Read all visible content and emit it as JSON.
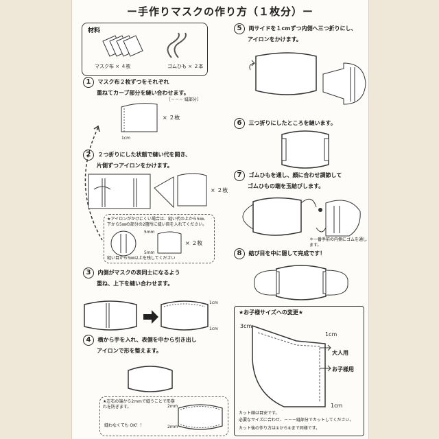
{
  "title": "ー手作りマスクの作り方（１枚分）ー",
  "materials": {
    "heading": "材料",
    "fabric_label": "マスク布 × ４枚",
    "elastic_label": "ゴムひも × ２本"
  },
  "steps": [
    {
      "num": "1",
      "text": "マスク布２枚ずつをそれぞれ重ねてカーブ部分を縫い合わせます。",
      "line1": "マスク布２枚ずつをそれぞれ",
      "line2": "重ねてカーブ部分を縫い合わせます。"
    },
    {
      "num": "2",
      "line1": "２つ折りにした状態で縫い代を開き、",
      "line2": "片側ずつアイロンをかけます。"
    },
    {
      "num": "3",
      "line1": "内側がマスクの表同士になるよう",
      "line2": "重ね、上下を縫い合わせます。"
    },
    {
      "num": "4",
      "line1": "横から手を入れ、表側を中から引き出し",
      "line2": "アイロンで形を整えます。"
    },
    {
      "num": "5",
      "line1": "両サイドを１cmずつ内側へ三つ折りにし、",
      "line2": "アイロンをかけます。"
    },
    {
      "num": "6",
      "line1": "三つ折りにしたところを縫います。",
      "line2": ""
    },
    {
      "num": "7",
      "line1": "ゴムひもを通し、顔に合わせ調節して",
      "line2": "ゴムひもの端を玉結びします。"
    },
    {
      "num": "8",
      "line1": "結び目を中に隠して完成です！",
      "line2": ""
    }
  ],
  "labels": {
    "seam_legend": "［－－－ 縫部分］",
    "times2": "× ２枚",
    "one_cm": "1cm",
    "five_mm": "5mm",
    "two_mm": "2mm",
    "three_cm": "3cm",
    "adult": "大人用",
    "child": "お子様用"
  },
  "step2_note": "★アイロンがかけにくい場合は、縫い代の上から5㎜、下から5㎜の部分の2箇所に縫い目を入れてください。",
  "step2_note_bottom": "縫い目から5㎜以上を残してください",
  "step4_note_top": "★左右の端から2mmで縫うことで形崩れを防ぎます。",
  "step4_note_bottom": "縫わなくても OK！！",
  "step7_note": "＊一番手前の内側にゴムを通します。",
  "kids": {
    "title": "★お子様サイズへの変更★",
    "line1": "カット線は目安です。",
    "line2": "必要なサイズに合わせ、－－－縫部分でカットしてください。",
    "line3": "カット後の作り方は①から⑧まで同様です。"
  }
}
